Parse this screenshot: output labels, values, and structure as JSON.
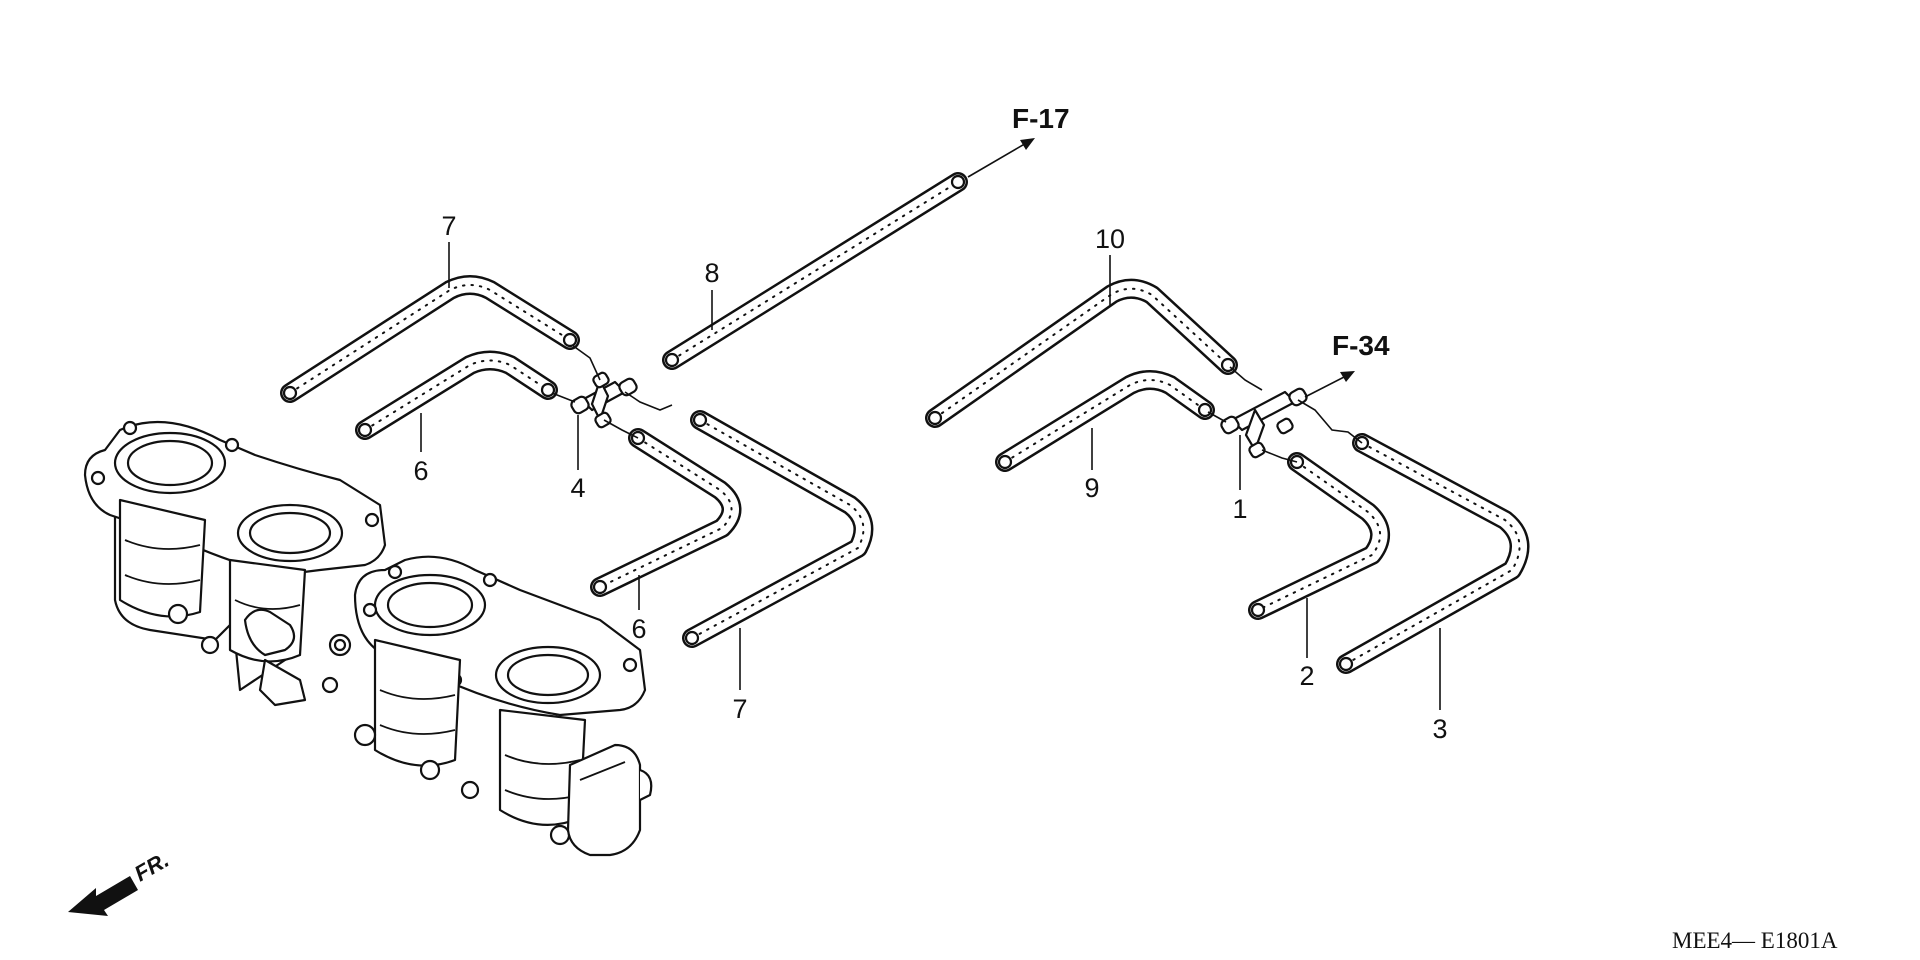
{
  "diagram": {
    "drawing_code": "MEE4— E1801A",
    "front_indicator": "FR.",
    "references": [
      {
        "id": "f17",
        "label": "F-17"
      },
      {
        "id": "f34",
        "label": "F-34"
      }
    ],
    "callouts": [
      "7",
      "8",
      "6",
      "4",
      "6",
      "7",
      "10",
      "9",
      "1",
      "2",
      "3"
    ],
    "parts": {
      "throttle_body": "throttle-body-assembly",
      "joint_left": "joint-4",
      "joint_right": "joint-1"
    }
  },
  "style": {
    "line_color": "#111111",
    "hose_fill": "#ffffff",
    "background": "#ffffff"
  }
}
